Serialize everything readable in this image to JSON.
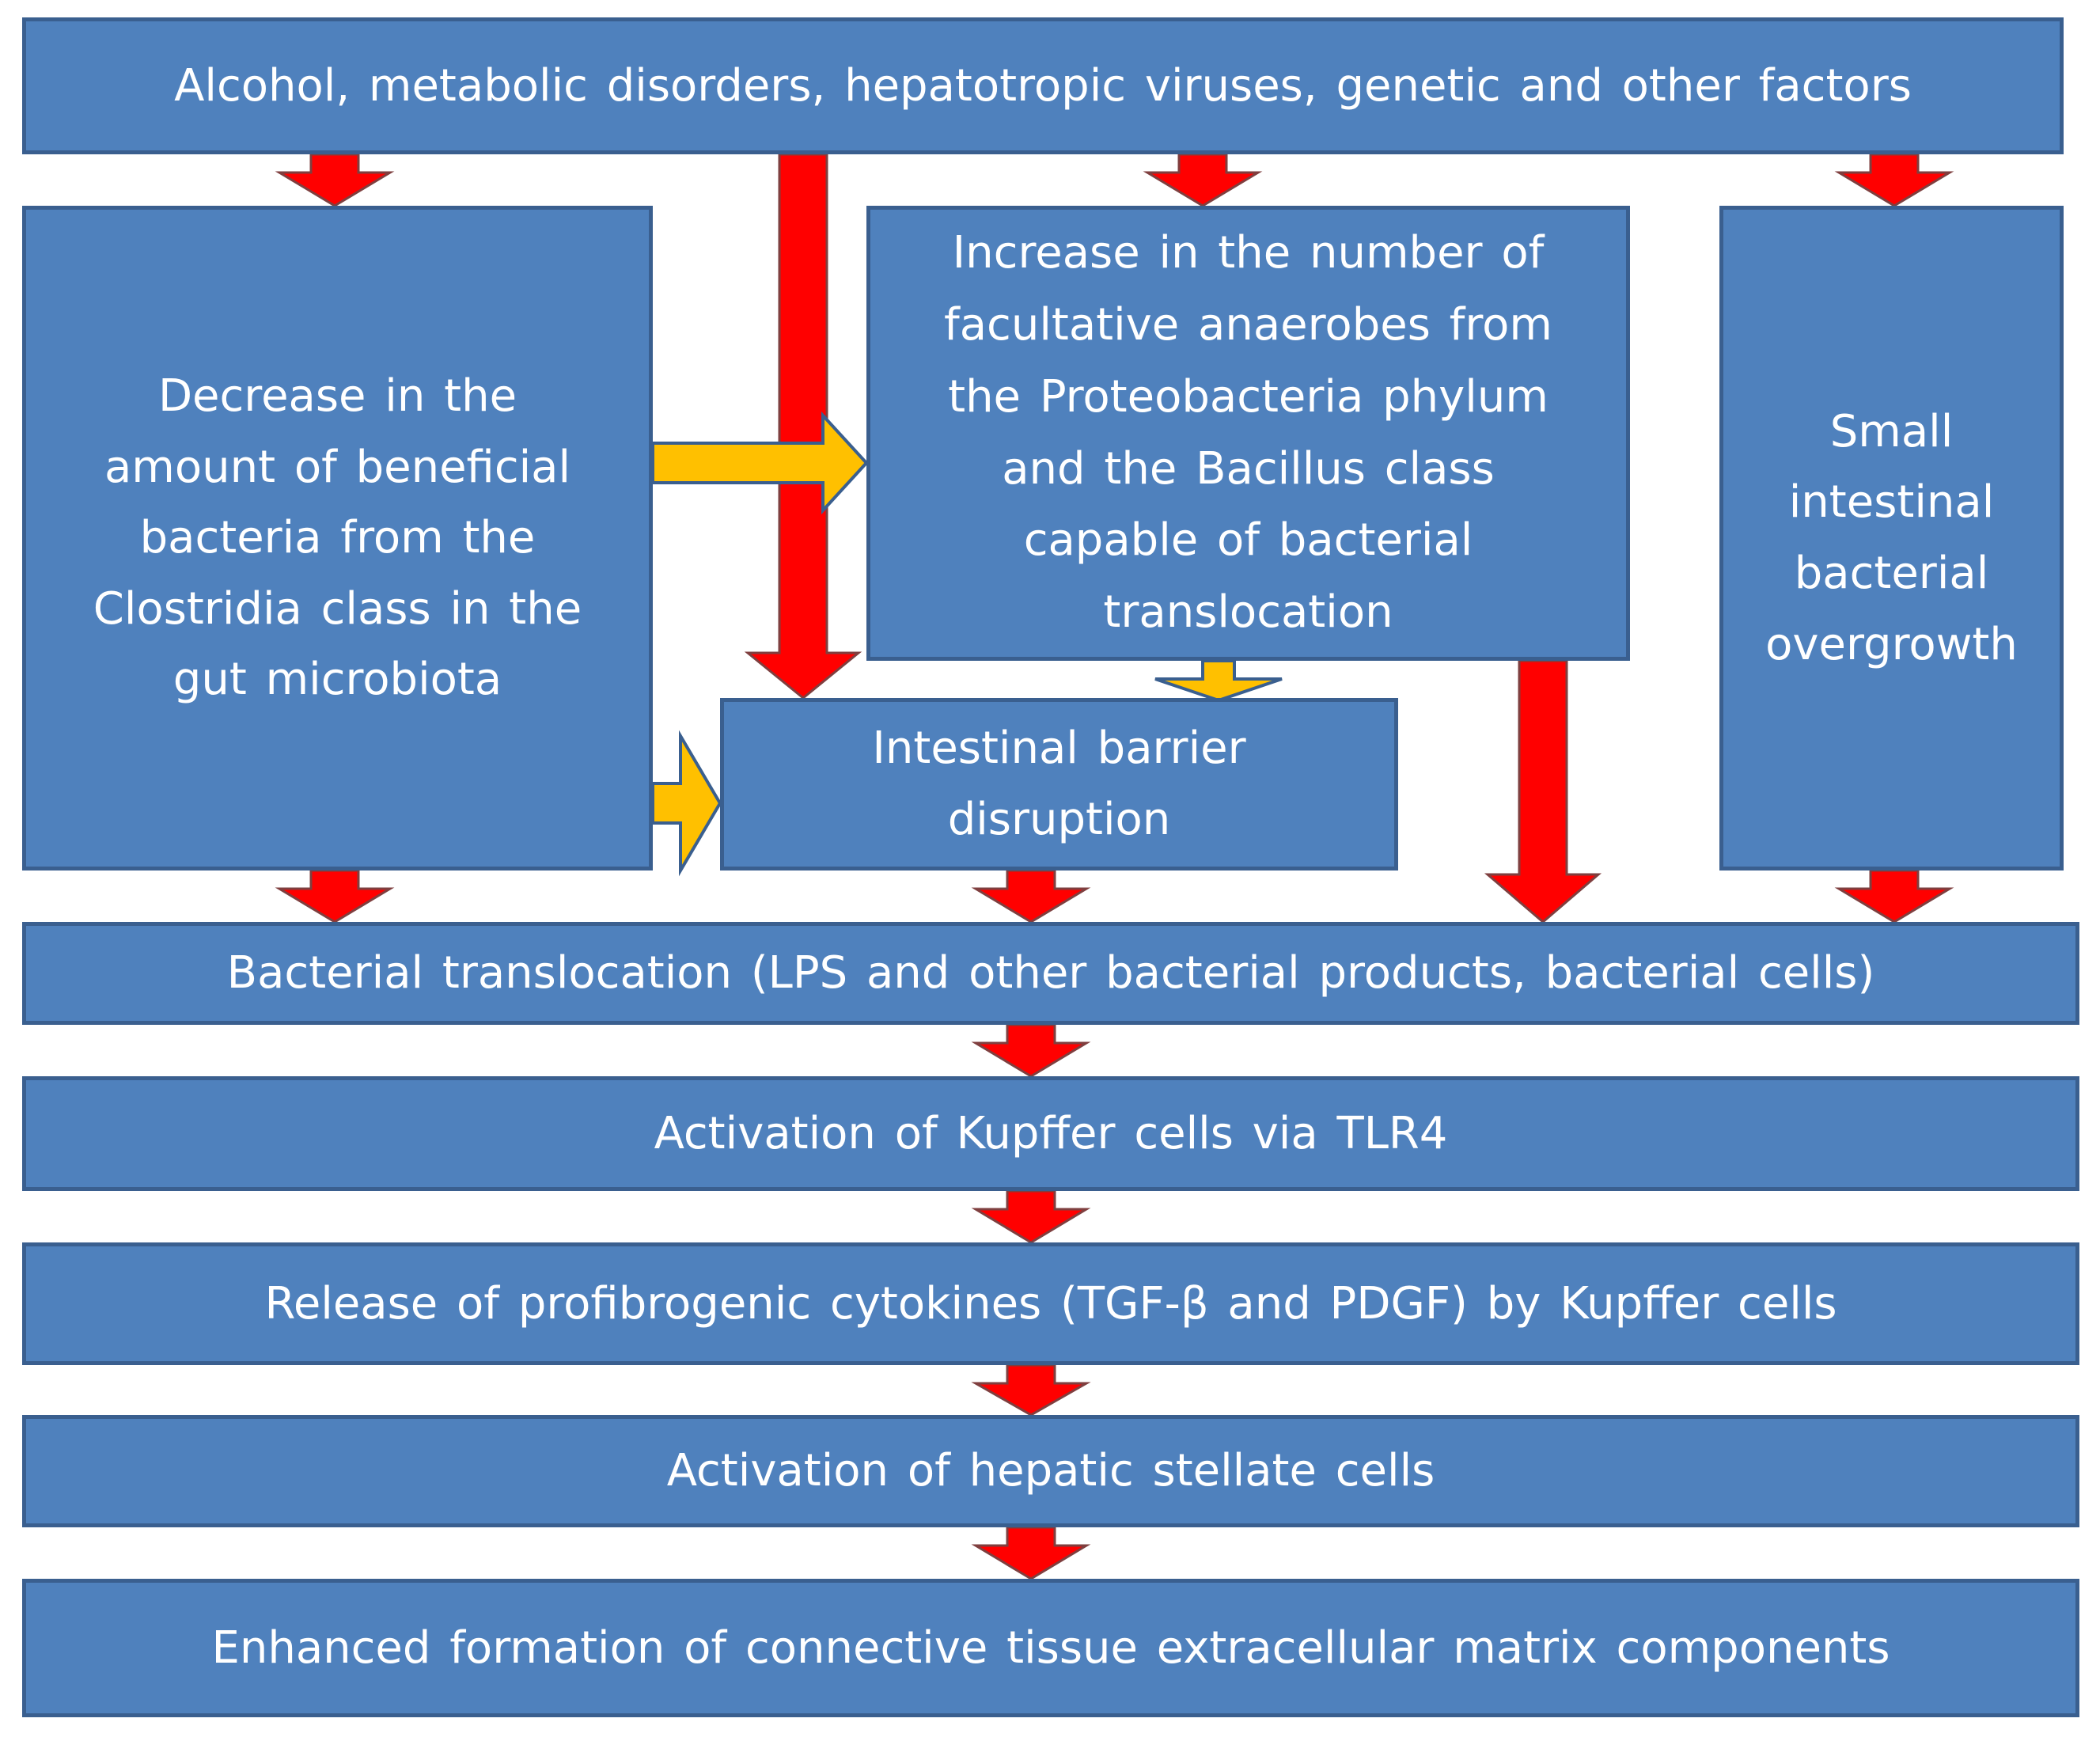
{
  "boxes": {
    "factors": "Alcohol, metabolic disorders, hepatotropic viruses, genetic and other factors",
    "clostridia_decrease": "Decrease in the amount of beneficial bacteria from the Clostridia class in the gut microbiota",
    "anaerobes_increase": "Increase in the number of facultative anaerobes from the Proteobacteria phylum and the Bacillus class capable of bacterial translocation",
    "sibo": "Small intestinal bacterial overgrowth",
    "barrier_disruption": "Intestinal barrier disruption",
    "translocation": "Bacterial translocation (LPS and other bacterial products, bacterial cells)",
    "kupffer_activation": "Activation of Kupffer cells via TLR4",
    "cytokines": "Release of profibrogenic cytokines (TGF-β and PDGF) by Kupffer cells",
    "stellate_activation": "Activation of hepatic stellate cells",
    "ecm_formation": "Enhanced formation of connective tissue extracellular matrix components"
  },
  "colors": {
    "box_fill": "#4f81bd",
    "box_border": "#3a5f8f",
    "text": "#ffffff",
    "arrow_primary": "#ff0000",
    "arrow_secondary": "#ffc000"
  }
}
